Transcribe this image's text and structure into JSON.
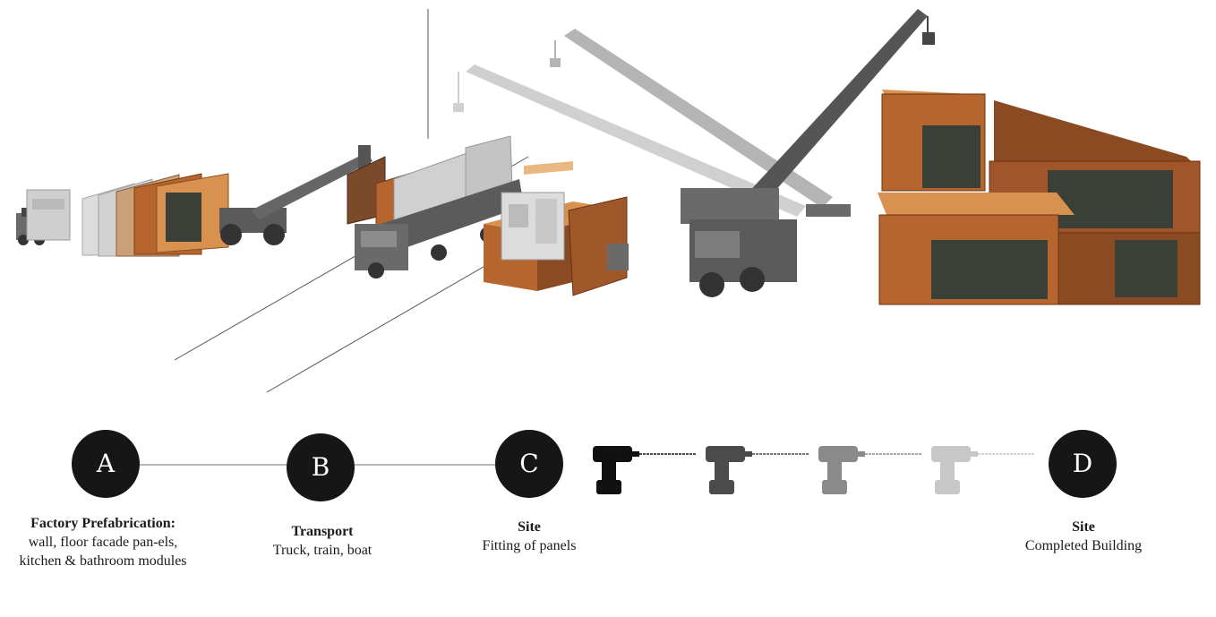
{
  "steps": [
    {
      "letter": "A",
      "title": "Factory Prefabrication:",
      "subtitle": "wall, floor facade pan-els, kitchen & bathroom modules"
    },
    {
      "letter": "B",
      "title": "Transport",
      "subtitle": "Truck, train, boat"
    },
    {
      "letter": "C",
      "title": "Site",
      "subtitle": "Fitting of panels"
    },
    {
      "letter": "D",
      "title": "Site",
      "subtitle": "Completed Building"
    }
  ],
  "drill_icons": [
    "drill-icon",
    "drill-icon",
    "drill-icon",
    "drill-icon"
  ],
  "colors": {
    "node": "#161616",
    "connector": "#b8b8b8",
    "machinery": "#5b5b5b",
    "wood": "#b5652d",
    "wood_light": "#d9914f",
    "glass": "#3a4038",
    "drill_shades": [
      "#111111",
      "#4b4b4b",
      "#8a8a8a",
      "#c7c7c7"
    ]
  }
}
